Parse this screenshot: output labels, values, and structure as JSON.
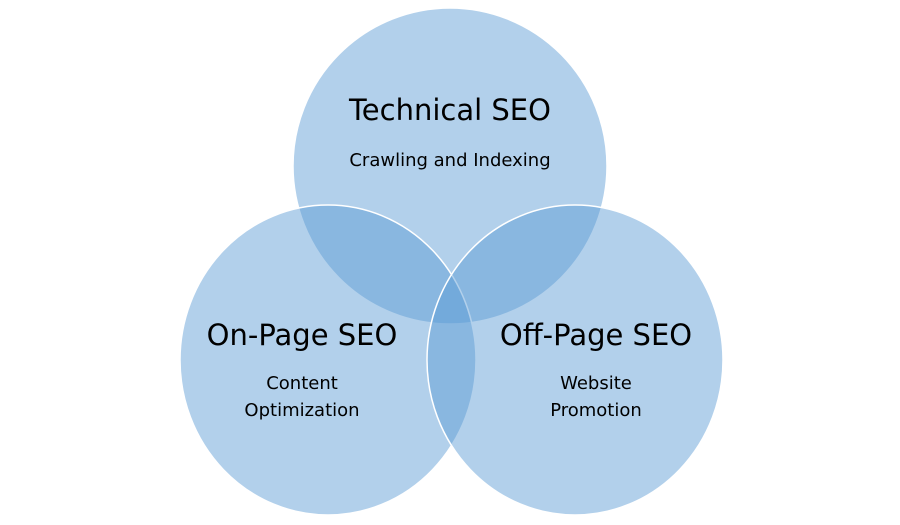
{
  "diagram": {
    "type": "venn",
    "fill_color": "#5b9bd5",
    "stroke_color": "#ffffff",
    "sets": [
      {
        "title": "Technical SEO",
        "subtitle_lines": [
          "Crawling and Indexing"
        ]
      },
      {
        "title": "On-Page SEO",
        "subtitle_lines": [
          "Content",
          "Optimization"
        ]
      },
      {
        "title": "Off-Page SEO",
        "subtitle_lines": [
          "Website",
          "Promotion"
        ]
      }
    ]
  }
}
